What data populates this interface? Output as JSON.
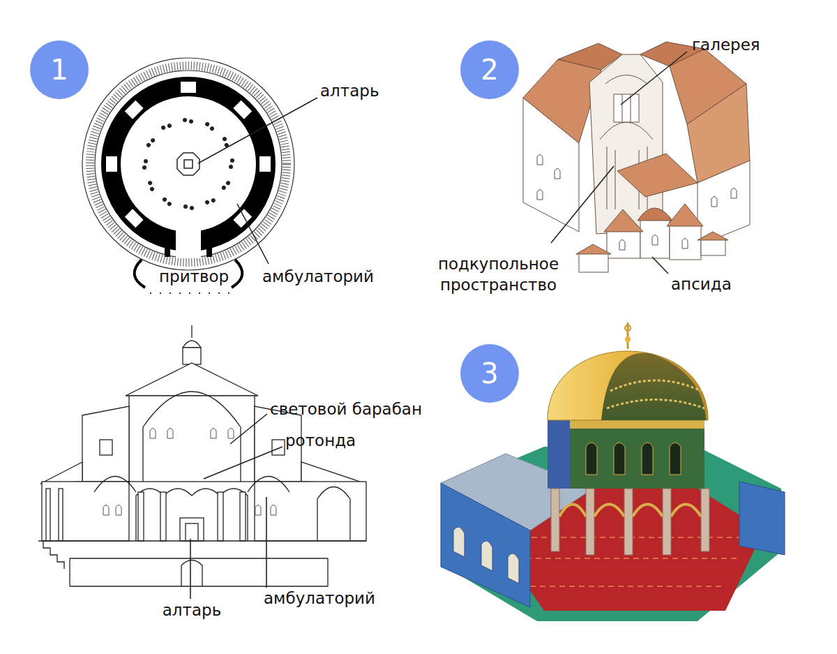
{
  "diagram": {
    "nodes": [
      {
        "text": [
          "1"
        ]
      },
      {
        "text": [
          "2"
        ]
      },
      {
        "text": [
          "3"
        ]
      }
    ],
    "labels": [
      "алтарь",
      "притвор",
      "амбулаторий",
      "галерея",
      "подкупольное пространство",
      "апсида",
      "световой барабан",
      "ротонда",
      "алтарь",
      "амбулаторий"
    ]
  }
}
